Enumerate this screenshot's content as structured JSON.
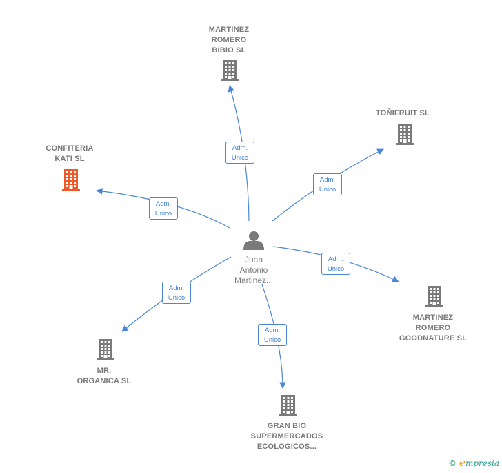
{
  "person": {
    "label": "Juan\nAntonio\nMartinez..."
  },
  "companies": [
    {
      "id": "martinez-romero-bibio",
      "label": "MARTINEZ\nROMERO\nBIBIO  SL",
      "color": "#7a7a7a"
    },
    {
      "id": "tonifruit",
      "label": "TOÑIFRUIT SL",
      "color": "#7a7a7a"
    },
    {
      "id": "confiteria-kati",
      "label": "CONFITERIA\nKATI  SL",
      "color": "#f05a28"
    },
    {
      "id": "martinez-romero-goodnature",
      "label": "MARTINEZ\nROMERO\nGOODNATURE SL",
      "color": "#7a7a7a"
    },
    {
      "id": "mr-organica",
      "label": "MR.\nORGANICA  SL",
      "color": "#7a7a7a"
    },
    {
      "id": "gran-bio",
      "label": "GRAN BIO\nSUPERMERCADOS\nECOLOGICOS...",
      "color": "#7a7a7a"
    }
  ],
  "edges": [
    {
      "to": "martinez-romero-bibio",
      "label": "Adm.\nUnico"
    },
    {
      "to": "tonifruit",
      "label": "Adm.\nUnico"
    },
    {
      "to": "confiteria-kati",
      "label": "Adm.\nUnico"
    },
    {
      "to": "martinez-romero-goodnature",
      "label": "Adm.\nUnico"
    },
    {
      "to": "mr-organica",
      "label": "Adm.\nUnico"
    },
    {
      "to": "gran-bio",
      "label": "Adm.\nUnico"
    }
  ],
  "footer": {
    "copyright": "©",
    "brand_first": "e",
    "brand_rest": "mpresia"
  },
  "colors": {
    "edge": "#4a86d6",
    "building": "#7a7a7a",
    "highlight": "#f05a28",
    "person": "#7a7a7a"
  }
}
